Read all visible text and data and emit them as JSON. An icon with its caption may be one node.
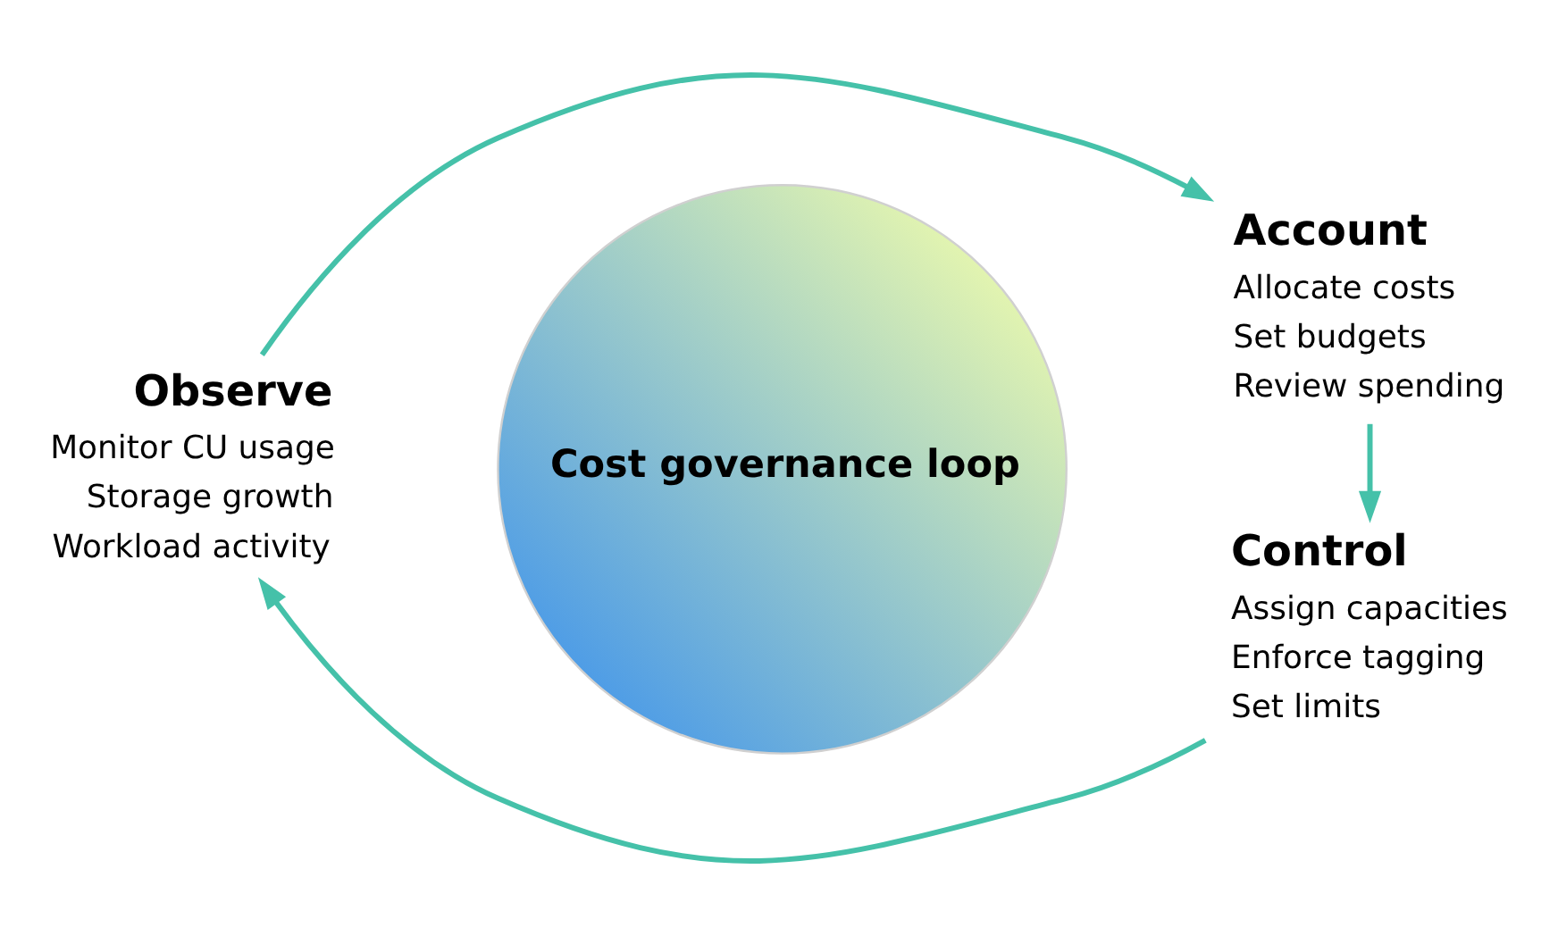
{
  "diagram": {
    "nodes": [
      {
        "text": [
          "Account",
          "Allocate costs",
          "Set budgets",
          "Review spending"
        ]
      },
      {
        "text": [
          "Observe",
          "Monitor CU usage",
          "Storage growth",
          "Workload activity"
        ]
      },
      {
        "text": [
          "Cost governance loop"
        ]
      },
      {
        "text": [
          "Control",
          "Assign capacities",
          "Enforce tagging",
          "Set limits"
        ]
      }
    ],
    "edges": [
      {
        "from": 1,
        "to": 0,
        "arrow": "to"
      },
      {
        "from": 0,
        "to": 3,
        "arrow": "to"
      },
      {
        "from": 3,
        "to": 1,
        "arrow": "to"
      }
    ]
  }
}
